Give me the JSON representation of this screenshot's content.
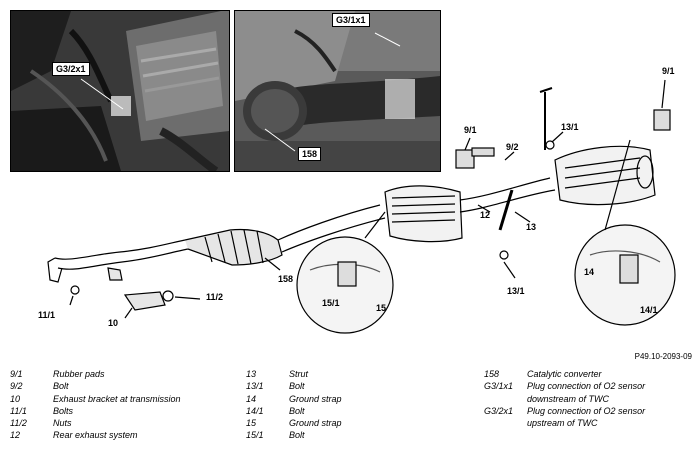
{
  "photos": {
    "left_callout": "G3/2x1",
    "mid_callout_top": "G3/1x1",
    "mid_callout_bottom": "158"
  },
  "diagram_labels": {
    "l9_1_top": "9/1",
    "l9_1_mid": "9/1",
    "l9_2": "9/2",
    "l13_1_top": "13/1",
    "l12": "12",
    "l13": "13",
    "l13_1_bot": "13/1",
    "l158": "158",
    "l11_1": "11/1",
    "l11_2": "11/2",
    "l10": "10",
    "l15_1": "15/1",
    "l15": "15",
    "l14": "14",
    "l14_1": "14/1"
  },
  "reference": "P49.10-2093-09",
  "legend": {
    "col1": [
      {
        "k": "9/1",
        "v": "Rubber pads"
      },
      {
        "k": "9/2",
        "v": "Bolt"
      },
      {
        "k": "10",
        "v": "Exhaust bracket at transmission"
      },
      {
        "k": "11/1",
        "v": "Bolts"
      },
      {
        "k": "11/2",
        "v": "Nuts"
      },
      {
        "k": "12",
        "v": "Rear exhaust system"
      }
    ],
    "col2": [
      {
        "k": "13",
        "v": "Strut"
      },
      {
        "k": "13/1",
        "v": "Bolt"
      },
      {
        "k": "14",
        "v": "Ground strap"
      },
      {
        "k": "14/1",
        "v": "Bolt"
      },
      {
        "k": "15",
        "v": "Ground strap"
      },
      {
        "k": "15/1",
        "v": "Bolt"
      }
    ],
    "col3": [
      {
        "k": "158",
        "v": "Catalytic converter"
      },
      {
        "k": "G3/1x1",
        "v": "Plug connection of O2 sensor"
      },
      {
        "k": "",
        "v": "downstream of TWC"
      },
      {
        "k": "G3/2x1",
        "v": "Plug connection of O2 sensor"
      },
      {
        "k": "",
        "v": "upstream of TWC"
      }
    ]
  }
}
